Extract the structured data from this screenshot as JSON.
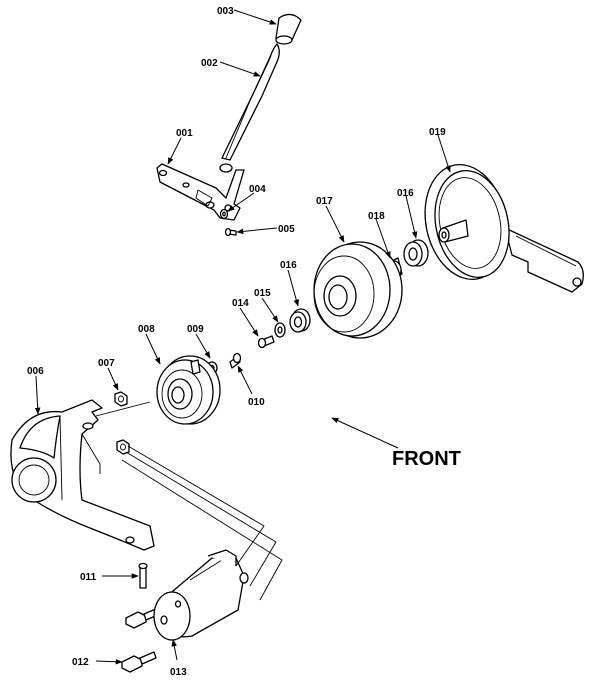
{
  "direction_label": "FRONT",
  "parts": [
    {
      "id": "knob",
      "number": "003"
    },
    {
      "id": "shift-lever",
      "number": "002"
    },
    {
      "id": "lever-bracket",
      "number": "001"
    },
    {
      "id": "washer-004",
      "number": "004"
    },
    {
      "id": "pin-005",
      "number": "005"
    },
    {
      "id": "large-pulley",
      "number": "019"
    },
    {
      "id": "idler-pulley",
      "number": "017"
    },
    {
      "id": "bearing-016-upper",
      "number": "016"
    },
    {
      "id": "spacer-018",
      "number": "018"
    },
    {
      "id": "bearing-016-lower",
      "number": "016"
    },
    {
      "id": "washer-015",
      "number": "015"
    },
    {
      "id": "bolt-014",
      "number": "014"
    },
    {
      "id": "drive-pulley",
      "number": "008"
    },
    {
      "id": "washer-009",
      "number": "009"
    },
    {
      "id": "bolt-010",
      "number": "010"
    },
    {
      "id": "nut-007",
      "number": "007"
    },
    {
      "id": "belt-housing",
      "number": "006"
    },
    {
      "id": "screw-011",
      "number": "011"
    },
    {
      "id": "bolt-012",
      "number": "012"
    },
    {
      "id": "motor",
      "number": "013"
    }
  ]
}
